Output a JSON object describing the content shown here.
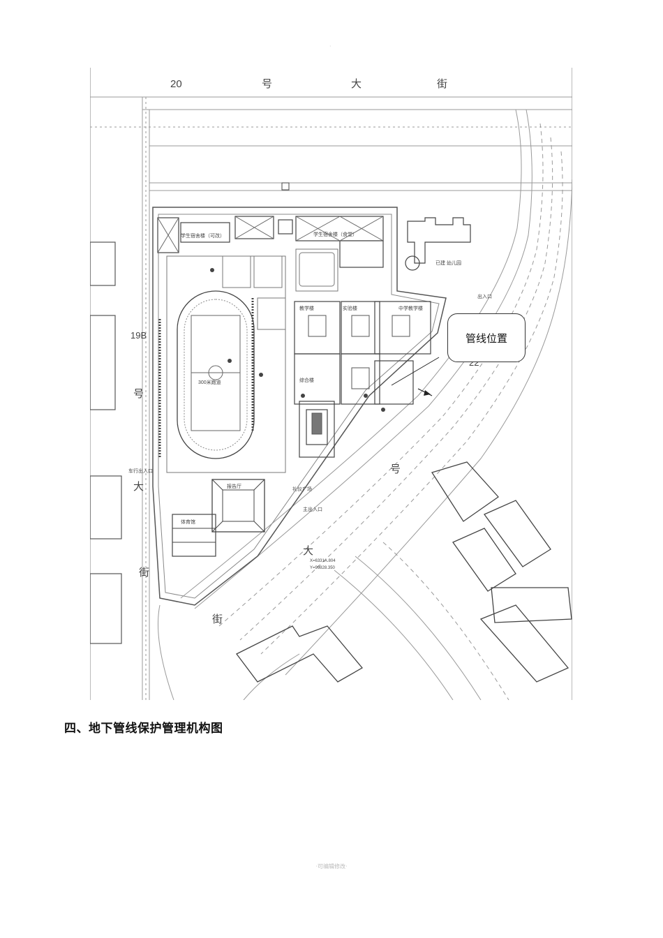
{
  "page_mark": "·",
  "site_plan": {
    "street_top": [
      "20",
      "号",
      "大",
      "街"
    ],
    "street_left": [
      "19B",
      "号",
      "大",
      "街"
    ],
    "street_diagonal": [
      "22",
      "号",
      "大",
      "街"
    ],
    "callout_label": "管线位置",
    "labels": {
      "north_bldg_1": "学生宿舍楼（可改）",
      "north_bldg_2": "学生宿舍楼（食堂）",
      "kindergarten": "已建\n幼儿园",
      "field": "300米跑道",
      "teach_1": "教学楼",
      "teach_2": "实验楼",
      "teach_3": "综合楼",
      "middle": "中学教学楼",
      "plaza": "礼仪广场",
      "hall": "报告厅",
      "main_entry": "主出入口",
      "side_entry": "车行出入口",
      "gym": "体育馆",
      "coords_x": "X=6331A.804",
      "coords_y": "Y=99828.350",
      "entry_right": "出入口"
    }
  },
  "heading": "四、地下管线保护管理机构图",
  "footer": "·可编辑修改·"
}
